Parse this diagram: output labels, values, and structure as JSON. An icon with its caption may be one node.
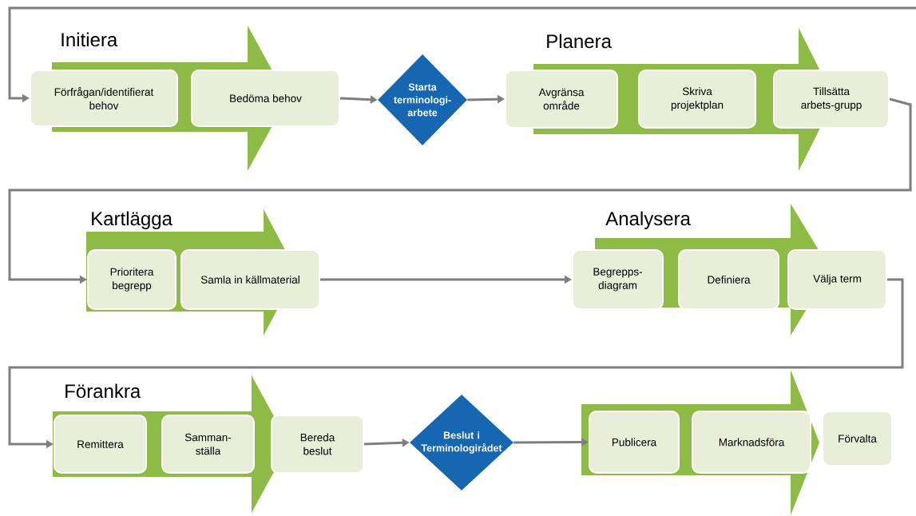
{
  "diagram": {
    "nodes": [
      {
        "text": [
          "Initiera"
        ]
      },
      {
        "text": [
          "Förfrågan/identifierat behov"
        ]
      },
      {
        "text": [
          "Bedöma behov"
        ]
      },
      {
        "text": [
          "Starta terminologi-arbete"
        ]
      },
      {
        "text": [
          "Planera"
        ]
      },
      {
        "text": [
          "Avgränsa område"
        ]
      },
      {
        "text": [
          "Skriva projektplan"
        ],
        "in": 4
      },
      {
        "text": [
          "Tillsätta arbets-grupp"
        ]
      },
      {
        "text": [
          "Kartlägga"
        ]
      },
      {
        "text": [
          "Prioritera begrepp"
        ],
        "in": 8
      },
      {
        "text": [
          "Samla in källmaterial"
        ]
      },
      {
        "text": [
          "Analysera"
        ]
      },
      {
        "text": [
          "Begrepps-diagram"
        ]
      },
      {
        "text": [
          "Definiera"
        ],
        "in": 11
      },
      {
        "text": [
          "Välja term"
        ]
      },
      {
        "text": [
          "Förankra"
        ]
      },
      {
        "text": [
          "Remittera"
        ],
        "in": 15
      },
      {
        "text": [
          "Samman-ställa"
        ],
        "in": 15
      },
      {
        "text": [
          "Bereda beslut"
        ]
      },
      {
        "text": [
          "Beslut i Terminologirådet"
        ]
      },
      {
        "text": [],
        "shape": "arrow"
      },
      {
        "text": [
          "Publicera"
        ],
        "in": 20
      },
      {
        "text": [
          "Marknadsföra"
        ],
        "in": 20
      },
      {
        "text": [
          "Förvalta"
        ]
      }
    ],
    "edges": [
      {
        "from": null,
        "to": 1,
        "arrow": "to"
      },
      {
        "from": 2,
        "to": 3,
        "arrow": "to"
      },
      {
        "from": 3,
        "to": 5,
        "arrow": "to"
      },
      {
        "from": 7,
        "to": 9,
        "arrow": "to"
      },
      {
        "from": 10,
        "to": 12,
        "arrow": "to"
      },
      {
        "from": 14,
        "to": 16,
        "arrow": "to"
      },
      {
        "from": 18,
        "to": 19,
        "arrow": "to"
      },
      {
        "from": 19,
        "to": 21,
        "arrow": "to"
      }
    ]
  }
}
